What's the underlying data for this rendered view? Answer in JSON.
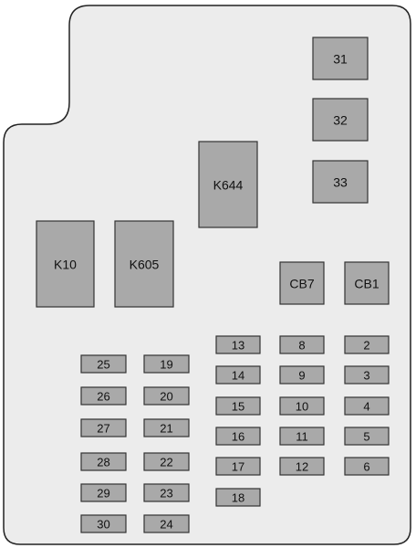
{
  "diagram": {
    "panel_color": "#ececec",
    "outline_color": "#222222",
    "box_fill": "#a9a9a9",
    "box_stroke": "#333333",
    "relays": [
      {
        "id": "31",
        "label": "31"
      },
      {
        "id": "32",
        "label": "32"
      },
      {
        "id": "33",
        "label": "33"
      },
      {
        "id": "K644",
        "label": "K644"
      },
      {
        "id": "K10",
        "label": "K10"
      },
      {
        "id": "K605",
        "label": "K605"
      },
      {
        "id": "CB7",
        "label": "CB7"
      },
      {
        "id": "CB1",
        "label": "CB1"
      }
    ],
    "fuses": [
      {
        "id": "2",
        "label": "2"
      },
      {
        "id": "3",
        "label": "3"
      },
      {
        "id": "4",
        "label": "4"
      },
      {
        "id": "5",
        "label": "5"
      },
      {
        "id": "6",
        "label": "6"
      },
      {
        "id": "8",
        "label": "8"
      },
      {
        "id": "9",
        "label": "9"
      },
      {
        "id": "10",
        "label": "10"
      },
      {
        "id": "11",
        "label": "11"
      },
      {
        "id": "12",
        "label": "12"
      },
      {
        "id": "13",
        "label": "13"
      },
      {
        "id": "14",
        "label": "14"
      },
      {
        "id": "15",
        "label": "15"
      },
      {
        "id": "16",
        "label": "16"
      },
      {
        "id": "17",
        "label": "17"
      },
      {
        "id": "18",
        "label": "18"
      },
      {
        "id": "19",
        "label": "19"
      },
      {
        "id": "20",
        "label": "20"
      },
      {
        "id": "21",
        "label": "21"
      },
      {
        "id": "22",
        "label": "22"
      },
      {
        "id": "23",
        "label": "23"
      },
      {
        "id": "24",
        "label": "24"
      },
      {
        "id": "25",
        "label": "25"
      },
      {
        "id": "26",
        "label": "26"
      },
      {
        "id": "27",
        "label": "27"
      },
      {
        "id": "28",
        "label": "28"
      },
      {
        "id": "29",
        "label": "29"
      },
      {
        "id": "30",
        "label": "30"
      }
    ]
  }
}
